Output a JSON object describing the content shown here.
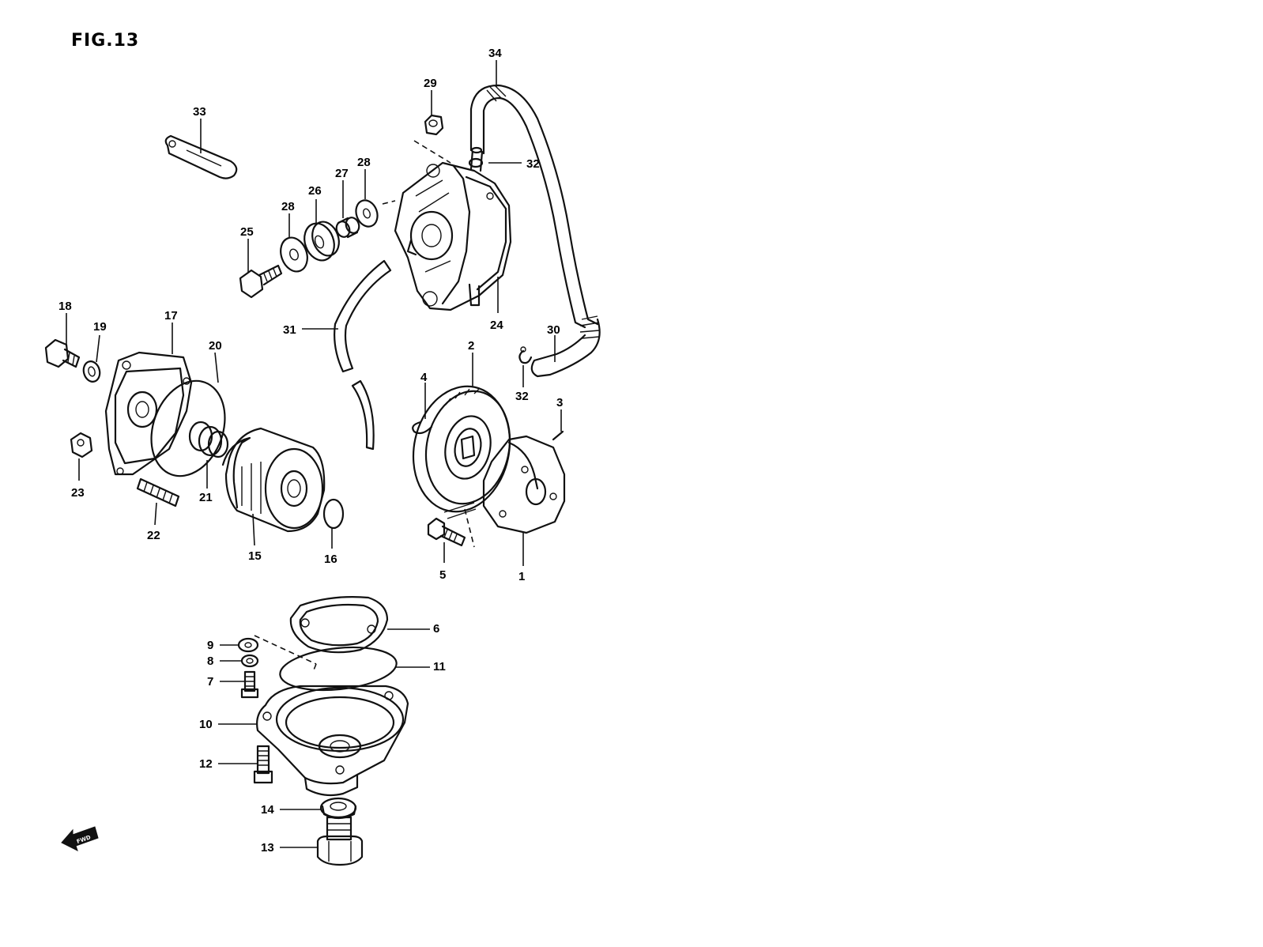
{
  "figure": {
    "title": "FIG.13",
    "fwd_mark": "FWD",
    "callouts": [
      {
        "id": "c1",
        "label": "1"
      },
      {
        "id": "c2",
        "label": "2"
      },
      {
        "id": "c3",
        "label": "3"
      },
      {
        "id": "c4",
        "label": "4"
      },
      {
        "id": "c5",
        "label": "5"
      },
      {
        "id": "c6",
        "label": "6"
      },
      {
        "id": "c7",
        "label": "7"
      },
      {
        "id": "c8",
        "label": "8"
      },
      {
        "id": "c9",
        "label": "9"
      },
      {
        "id": "c10",
        "label": "10"
      },
      {
        "id": "c11",
        "label": "11"
      },
      {
        "id": "c12",
        "label": "12"
      },
      {
        "id": "c13",
        "label": "13"
      },
      {
        "id": "c14",
        "label": "14"
      },
      {
        "id": "c15",
        "label": "15"
      },
      {
        "id": "c16",
        "label": "16"
      },
      {
        "id": "c17",
        "label": "17"
      },
      {
        "id": "c18",
        "label": "18"
      },
      {
        "id": "c19",
        "label": "19"
      },
      {
        "id": "c20",
        "label": "20"
      },
      {
        "id": "c21",
        "label": "21"
      },
      {
        "id": "c22",
        "label": "22"
      },
      {
        "id": "c23",
        "label": "23"
      },
      {
        "id": "c24",
        "label": "24"
      },
      {
        "id": "c25",
        "label": "25"
      },
      {
        "id": "c26",
        "label": "26"
      },
      {
        "id": "c27",
        "label": "27"
      },
      {
        "id": "c28a",
        "label": "28"
      },
      {
        "id": "c28b",
        "label": "28"
      },
      {
        "id": "c29",
        "label": "29"
      },
      {
        "id": "c30",
        "label": "30"
      },
      {
        "id": "c31",
        "label": "31"
      },
      {
        "id": "c32a",
        "label": "32"
      },
      {
        "id": "c32b",
        "label": "32"
      },
      {
        "id": "c33",
        "label": "33"
      },
      {
        "id": "c34",
        "label": "34"
      }
    ]
  },
  "colors": {
    "ink": "#111111",
    "paper": "#ffffff"
  }
}
